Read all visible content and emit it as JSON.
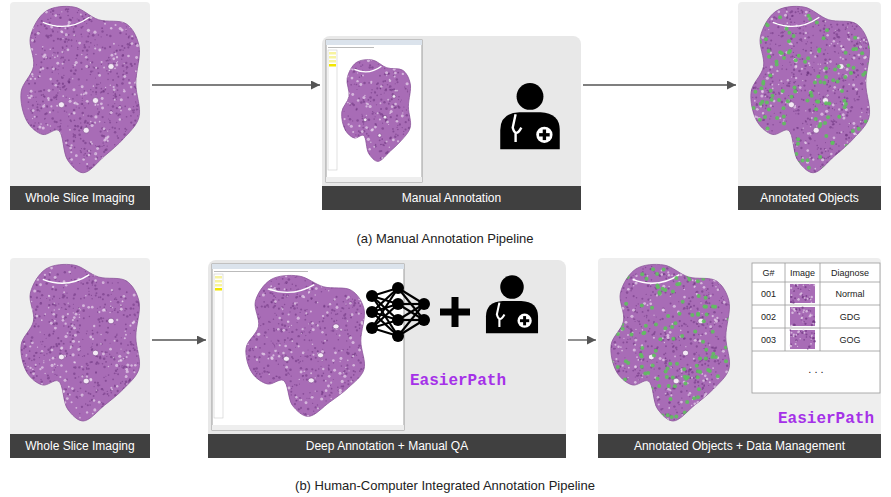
{
  "diagram": {
    "nodes": [
      {
        "text": [
          "Whole Slice Imaging"
        ]
      },
      {
        "text": [
          "Manual Annotation"
        ]
      },
      {
        "text": [
          "Annotated Objects"
        ]
      },
      {
        "text": [
          "Whole Slice Imaging"
        ]
      },
      {
        "text": [
          "Deep Annotation + Manual QA",
          "EasierPath"
        ]
      },
      {
        "text": [
          "Annotated Objects + Data Management",
          "EasierPath"
        ]
      }
    ],
    "edges": [
      {
        "from": 0,
        "to": 1,
        "arrow": "to"
      },
      {
        "from": 1,
        "to": 2,
        "arrow": "to"
      },
      {
        "from": 3,
        "to": 4,
        "arrow": "to"
      },
      {
        "from": 4,
        "to": 5,
        "arrow": "to"
      }
    ],
    "labels": [
      "(a) Manual Annotation Pipeline",
      "G#",
      "Image",
      "Diagnose",
      "001",
      "Normal",
      "002",
      "GDG",
      "003",
      "GOG",
      ". . .",
      "(b) Human-Computer Integrated Annotation Pipeline"
    ]
  }
}
